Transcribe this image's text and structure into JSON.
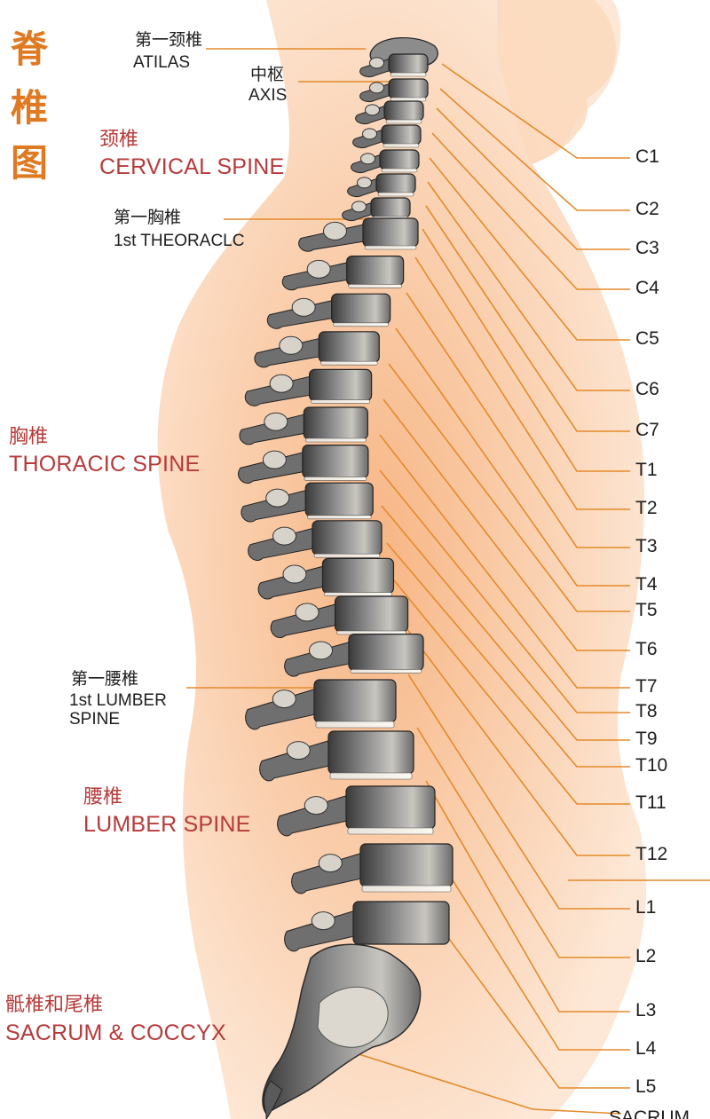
{
  "title_chars": [
    "脊",
    "椎",
    "图"
  ],
  "sections": {
    "cervical": {
      "cn": "颈椎",
      "en": "CERVICAL SPINE"
    },
    "thoracic": {
      "cn": "胸椎",
      "en": "THORACIC SPINE"
    },
    "lumbar": {
      "cn": "腰椎",
      "en": "LUMBER SPINE"
    },
    "sacrum": {
      "cn": "骶椎和尾椎",
      "en": "SACRUM & COCCYX"
    }
  },
  "landmarks": {
    "atlas": {
      "cn": "第一颈椎",
      "en": "ATILAS"
    },
    "axis": {
      "cn": "中枢",
      "en": "AXIS"
    },
    "first_thoracic": {
      "cn": "第一胸椎",
      "en": "1st THEORACLC"
    },
    "first_lumbar": {
      "cn": "第一腰椎",
      "en": "1st LUMBER\nSPINE"
    }
  },
  "vertebrae_labels": [
    "C1",
    "C2",
    "C3",
    "C4",
    "C5",
    "C6",
    "C7",
    "T1",
    "T2",
    "T3",
    "T4",
    "T5",
    "T6",
    "T7",
    "T8",
    "T9",
    "T10",
    "T11",
    "T12",
    "L1",
    "L2",
    "L3",
    "L4",
    "L5"
  ],
  "bottom_label_partial": "SACRUM",
  "colors": {
    "title": "#e07a22",
    "section_text": "#b73a3a",
    "leader_line": "#e48a2a",
    "body_tone": "#f7b98a",
    "bone": "#7a7a7a"
  }
}
